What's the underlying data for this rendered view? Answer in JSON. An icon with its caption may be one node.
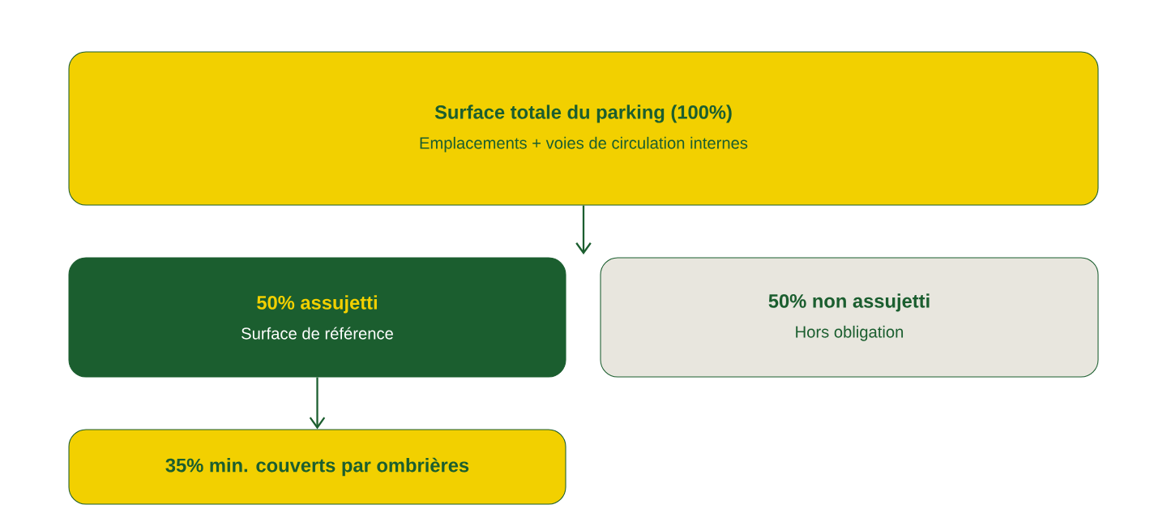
{
  "diagram": {
    "nodes": [
      {
        "text": [
          "Surface totale du parking (100%)",
          "Emplacements + voies de circulation internes"
        ]
      },
      {
        "text": [
          "50% assujetti",
          "Surface de référence"
        ]
      },
      {
        "text": [
          "50% non assujetti",
          "Hors obligation"
        ]
      },
      {
        "text": [
          "35% min. couverts par ombrières"
        ]
      }
    ],
    "edges": [
      {
        "from": 0,
        "to": null,
        "arrow": "to"
      },
      {
        "from": 1,
        "to": 3,
        "arrow": "to"
      }
    ]
  }
}
